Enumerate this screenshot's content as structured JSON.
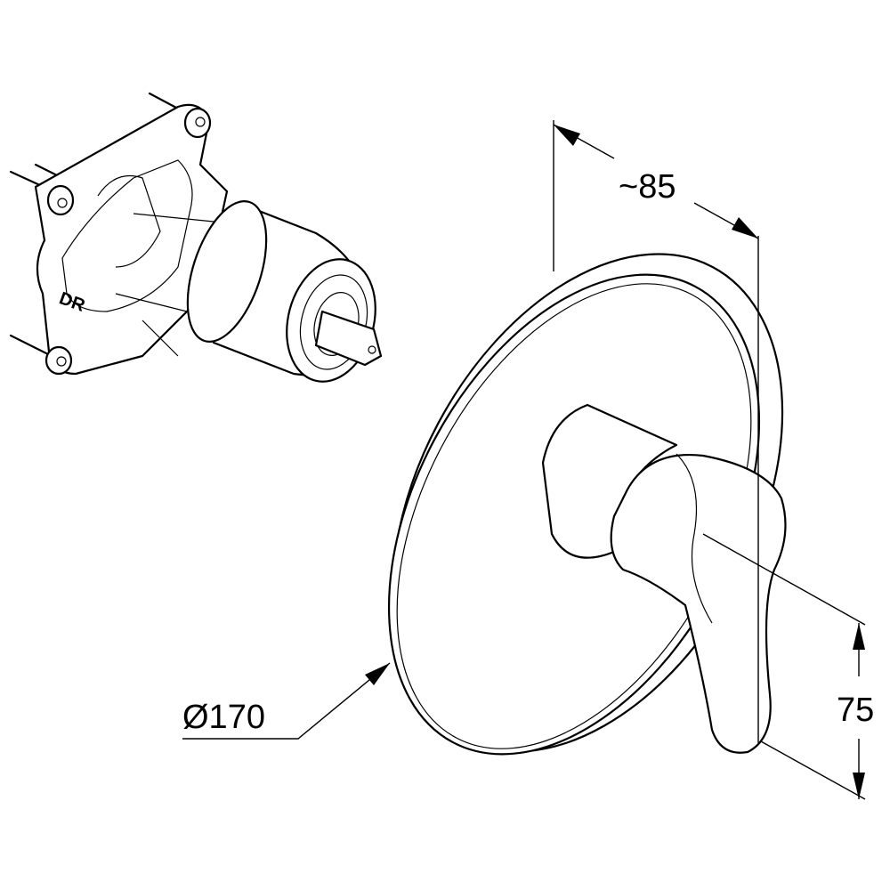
{
  "drawing": {
    "valve_body_marking": "DR",
    "dimensions": {
      "depth": "~85",
      "rosette_diameter": "Ø170",
      "lever_length": "75"
    }
  },
  "colors": {
    "line": "#000000",
    "background": "#ffffff"
  }
}
